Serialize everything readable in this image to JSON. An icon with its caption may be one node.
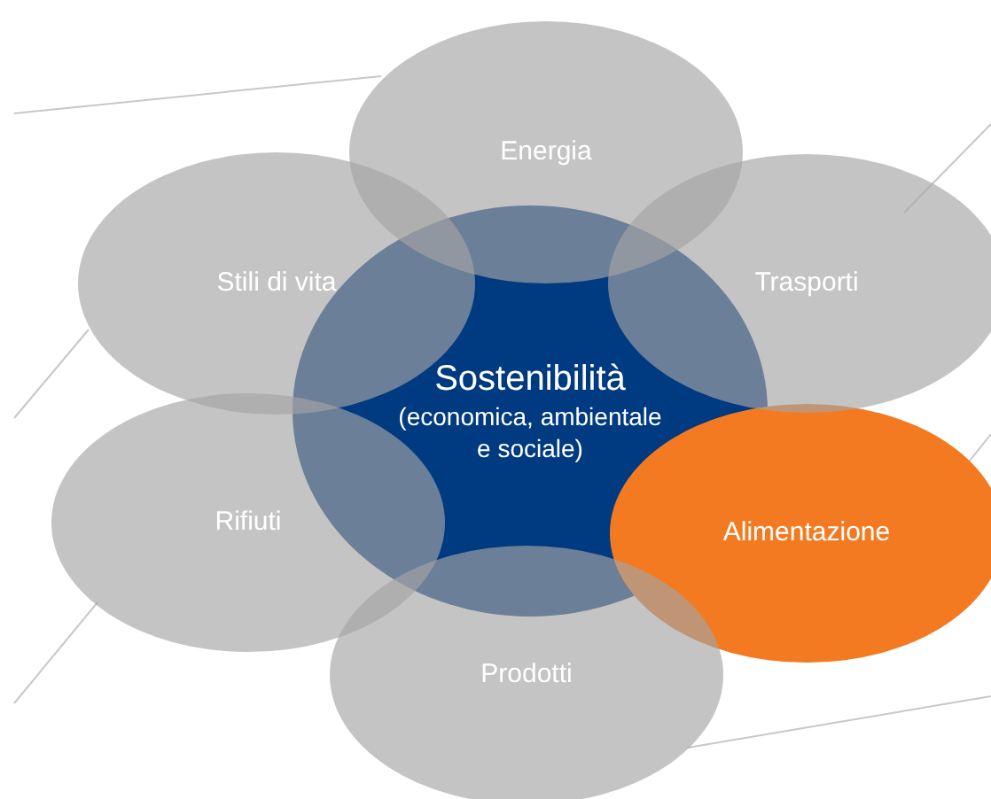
{
  "diagram": {
    "nodes": [
      {
        "text": [
          "Energia"
        ]
      },
      {
        "text": [
          "Stili di vita"
        ]
      },
      {
        "text": [
          "Trasporti"
        ]
      },
      {
        "text": [
          "Sostenibilità",
          "(economica, ambientale e sociale)"
        ]
      },
      {
        "text": [
          "Rifiuti"
        ]
      },
      {
        "text": [
          "Alimentazione"
        ]
      },
      {
        "text": [
          "Prodotti"
        ]
      }
    ]
  }
}
